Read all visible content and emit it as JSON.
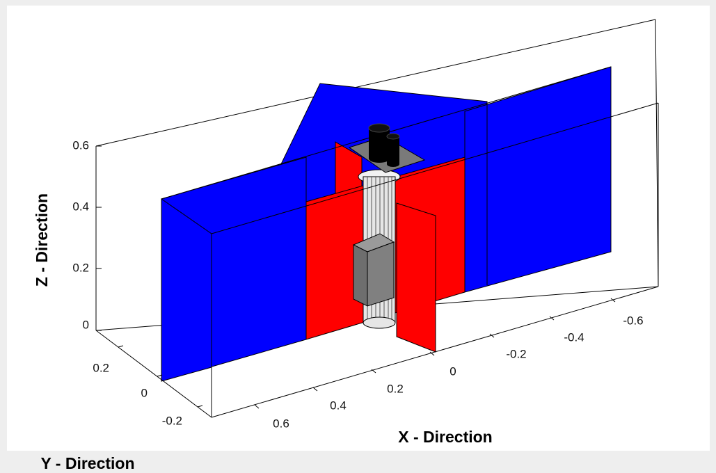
{
  "chart_data": {
    "type": "3d-surface",
    "title": "",
    "xlabel": "X - Direction",
    "ylabel": "Y - Direction",
    "zlabel": "Z - Direction",
    "x_ticks": [
      "-0.6",
      "-0.4",
      "-0.2",
      "0",
      "0.2",
      "0.4",
      "0.6"
    ],
    "y_ticks": [
      "0.2",
      "0",
      "-0.2"
    ],
    "z_ticks": [
      "0.6",
      "0.4",
      "0.2",
      "0"
    ],
    "grid": false,
    "box": true,
    "colors": {
      "background": "#eeeeee",
      "axes_face": "#ffffff",
      "outer_walls": "#0000ff",
      "inner_walls": "#ff0000",
      "column": "#e6e6e6",
      "blocks": "#808080",
      "cylinders": "#000000"
    }
  }
}
